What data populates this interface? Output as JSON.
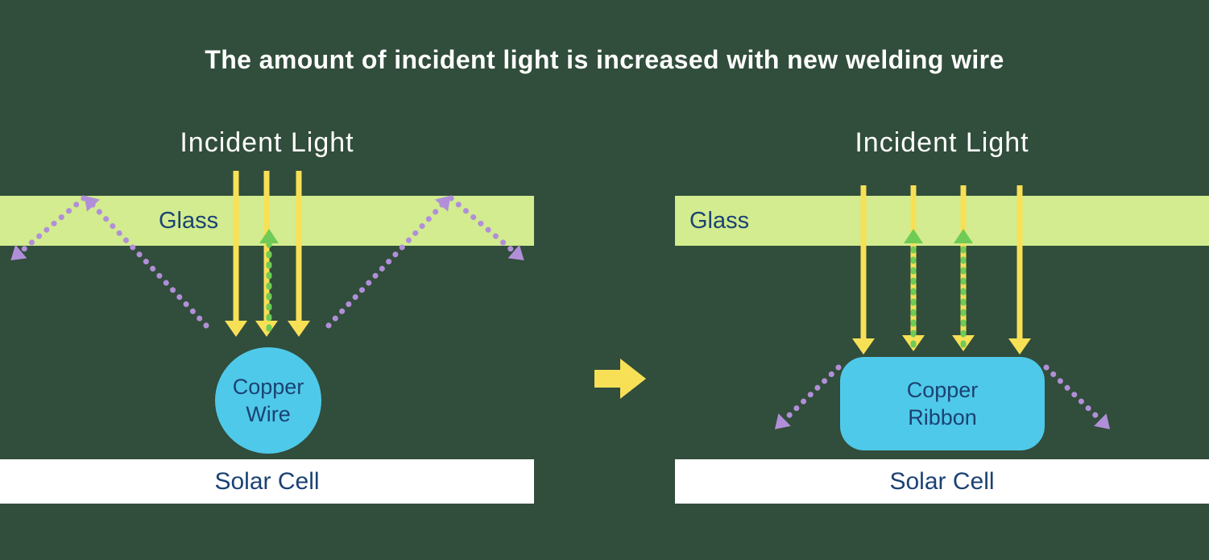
{
  "title": "The amount of incident light is increased with new welding wire",
  "panels": {
    "left": {
      "incident_light": "Incident Light",
      "glass": "Glass",
      "conductor": {
        "line1": "Copper",
        "line2": "Wire"
      },
      "solar_cell": "Solar Cell"
    },
    "right": {
      "incident_light": "Incident Light",
      "glass": "Glass",
      "conductor": {
        "line1": "Copper",
        "line2": "Ribbon"
      },
      "solar_cell": "Solar Cell"
    }
  },
  "icons": {
    "transition_arrow": "right-block-arrow",
    "incident_arrows": "yellow-down-arrow",
    "reflected_arrows": "green-dashed-up-arrow",
    "scattered_arrows": "purple-dashed-arrow"
  },
  "colors": {
    "background": "#314D3B",
    "glass_band": "#D2EC8F",
    "incident_arrow_yellow": "#F8E056",
    "reflected_arrow_green": "#6FCB55",
    "scattered_arrow_purple": "#B18FD8",
    "conductor_cyan": "#4FC9E9",
    "label_navy": "#1B4273",
    "solar_cell_white": "#FFFFFF",
    "title_white": "#FFFFFF"
  }
}
